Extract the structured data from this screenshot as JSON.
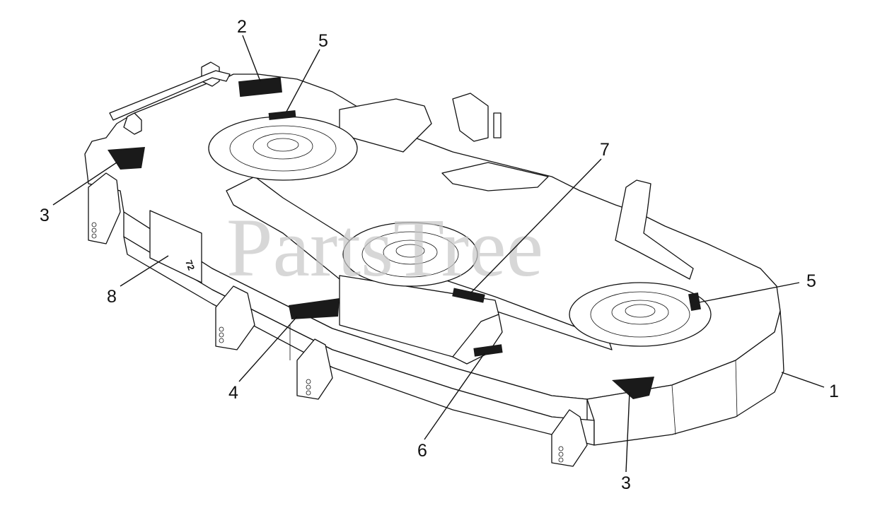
{
  "watermark": "PartsTree",
  "callouts": [
    {
      "id": "c-2",
      "label": "2"
    },
    {
      "id": "c-5-top",
      "label": "5"
    },
    {
      "id": "c-3-left",
      "label": "3"
    },
    {
      "id": "c-7",
      "label": "7"
    },
    {
      "id": "c-5-right",
      "label": "5"
    },
    {
      "id": "c-8",
      "label": "8"
    },
    {
      "id": "c-1",
      "label": "1"
    },
    {
      "id": "c-4",
      "label": "4"
    },
    {
      "id": "c-6",
      "label": "6"
    },
    {
      "id": "c-3-bottom",
      "label": "3"
    }
  ],
  "decal_text": "72",
  "colors": {
    "line": "#111111",
    "watermark": "#c9c9c9",
    "background": "#ffffff"
  }
}
